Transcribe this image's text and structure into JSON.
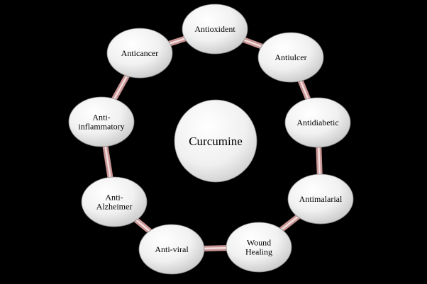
{
  "center": {
    "label": "Curcumine"
  },
  "nodes": [
    {
      "id": "antioxident",
      "lines": [
        "Antioxident"
      ]
    },
    {
      "id": "antiulcer",
      "lines": [
        "Antiulcer"
      ]
    },
    {
      "id": "antidiabetic",
      "lines": [
        "Antidiabetic"
      ]
    },
    {
      "id": "antimalarial",
      "lines": [
        "Antimalarial"
      ]
    },
    {
      "id": "wound-healing",
      "lines": [
        "Wound",
        "Healing"
      ]
    },
    {
      "id": "anti-viral",
      "lines": [
        "Anti-viral"
      ]
    },
    {
      "id": "anti-alzheimer",
      "lines": [
        "Anti-",
        "Alzheimer"
      ]
    },
    {
      "id": "anti-inflammatory",
      "lines": [
        "Anti-",
        "inflammatory"
      ]
    },
    {
      "id": "anticancer",
      "lines": [
        "Anticancer"
      ]
    }
  ],
  "colors": {
    "background": "#000000",
    "ring": "#c99595",
    "ring_highlight": "#f2dede",
    "node_fill_light": "#ffffff",
    "node_fill_dark": "#cfcfcf"
  }
}
